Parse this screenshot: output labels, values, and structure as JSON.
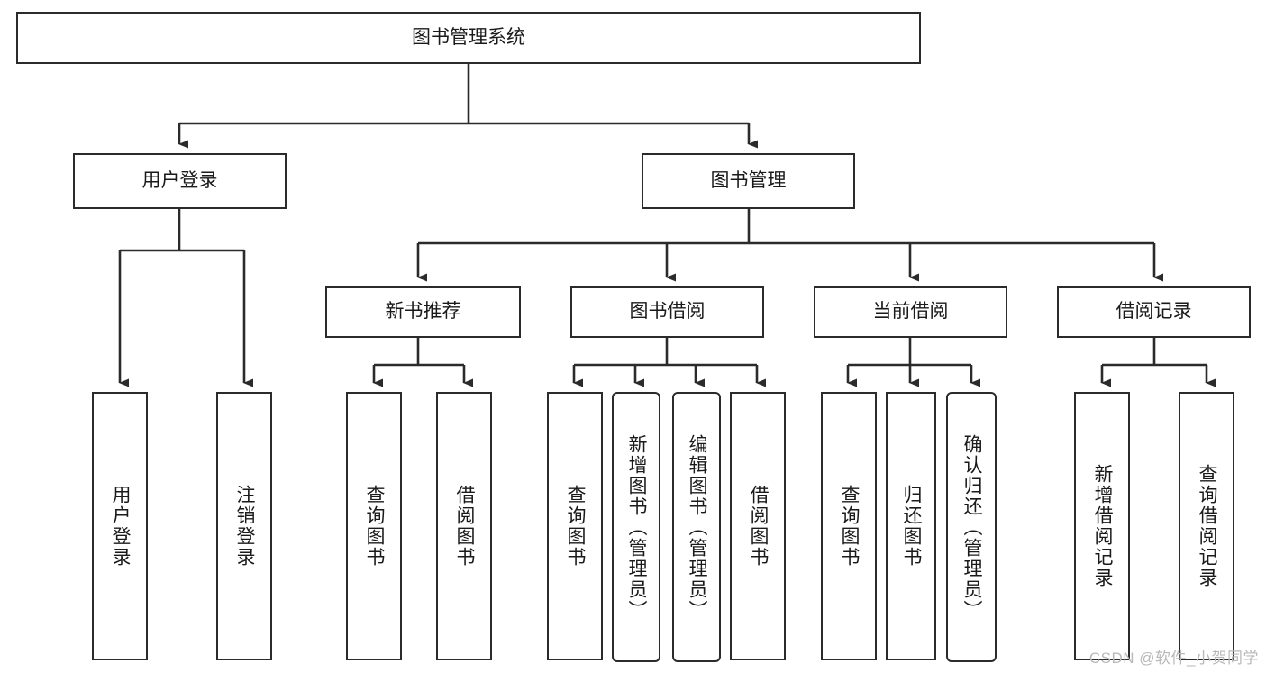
{
  "diagram": {
    "type": "tree-hierarchy",
    "title": "图书管理系统",
    "watermark": "CSDN @软件_小贺同学",
    "levels": {
      "root": {
        "label": "图书管理系统"
      },
      "level2": [
        {
          "id": "user-login",
          "label": "用户登录"
        },
        {
          "id": "book-management",
          "label": "图书管理"
        }
      ],
      "level3": [
        {
          "id": "new-book-recommend",
          "label": "新书推荐",
          "parent": "book-management"
        },
        {
          "id": "book-borrow",
          "label": "图书借阅",
          "parent": "book-management"
        },
        {
          "id": "current-borrow",
          "label": "当前借阅",
          "parent": "book-management"
        },
        {
          "id": "borrow-record",
          "label": "借阅记录",
          "parent": "book-management"
        }
      ],
      "leaves": [
        {
          "id": "leaf-user-login",
          "label": "用户登录",
          "parent": "user-login"
        },
        {
          "id": "leaf-logout",
          "label": "注销登录",
          "parent": "user-login"
        },
        {
          "id": "leaf-query-book-1",
          "label": "查询图书",
          "parent": "new-book-recommend"
        },
        {
          "id": "leaf-borrow-book-1",
          "label": "借阅图书",
          "parent": "new-book-recommend"
        },
        {
          "id": "leaf-query-book-2",
          "label": "查询图书",
          "parent": "book-borrow"
        },
        {
          "id": "leaf-add-book",
          "label": "新增图书（管理员）",
          "parent": "book-borrow"
        },
        {
          "id": "leaf-edit-book",
          "label": "编辑图书（管理员）",
          "parent": "book-borrow"
        },
        {
          "id": "leaf-borrow-book-2",
          "label": "借阅图书",
          "parent": "book-borrow"
        },
        {
          "id": "leaf-query-book-3",
          "label": "查询图书",
          "parent": "current-borrow"
        },
        {
          "id": "leaf-return-book",
          "label": "归还图书",
          "parent": "current-borrow"
        },
        {
          "id": "leaf-confirm-return",
          "label": "确认归还（管理员）",
          "parent": "current-borrow"
        },
        {
          "id": "leaf-add-record",
          "label": "新增借阅记录",
          "parent": "borrow-record"
        },
        {
          "id": "leaf-query-record",
          "label": "查询借阅记录",
          "parent": "borrow-record"
        }
      ]
    },
    "colors": {
      "stroke": "#2b2b2b",
      "fill": "#ffffff",
      "text": "#1a1a1a",
      "watermark": "#b9b9b9"
    }
  }
}
